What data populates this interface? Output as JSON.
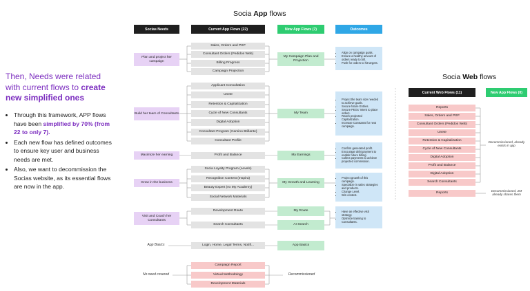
{
  "app_title": {
    "pre": "Socia ",
    "bold": "App",
    "post": " flows"
  },
  "web_title": {
    "pre": "Socia ",
    "bold": "Web",
    "post": " flows"
  },
  "left": {
    "lead_pre": "Then, Needs were related with current flows to ",
    "lead_bold": "create new simplified ones",
    "b1_pre": "Through this framework, APP flows have been ",
    "b1_bold": "simplified by 70% (from 22 to only 7).",
    "b2": "Each new flow has defined outcomes to ensure key user and business needs are met.",
    "b3": "Also, we want to decommission the Socias website, as its essential flows are now in the app."
  },
  "headers": {
    "needs": "Socias Needs",
    "current": "Current App Flows (22)",
    "new": "New App Flows (7)",
    "outcomes": "Outcomes",
    "web_current": "Current Web Flows (11)",
    "web_new": "New App Flows (0)"
  },
  "needs": [
    "Plan and project her campaign",
    "Build her team of Consultants",
    "Maximize her earning",
    "Grow in the business",
    "Visit and Coach her Consultants"
  ],
  "needs_extra": [
    "App Basics",
    "No need covered"
  ],
  "current_flows": [
    "Sales, Orders and PSP",
    "Consultant Orders (Pedidos Web)",
    "Billing Progress",
    "Campaign Projection",
    "Applicant Consultation",
    "Unete",
    "Retention & Capitalization",
    "Cycle of New Consultants",
    "Digital Adoption",
    "Consultant Program (Camino Brillante)",
    "Consultant Profile",
    "Profit and Balance",
    "Socia Loyalty Program (Levels)",
    "Recognition Contest (Inspira)",
    "Beauty Expert (ex My Academy)",
    "Social Network Materials",
    "Development Route",
    "Search Consultants",
    "Login, Home, Legal Terms, Notifi...",
    "Campaign Report",
    "Virtual Methodology",
    "Development Materials"
  ],
  "new_flows": [
    "My Campaign Plan and Projection",
    "My Team",
    "My Earnings",
    "My Growth and Learning",
    "My Route",
    "AI Search",
    "App Basics"
  ],
  "decommissioned_label": "Decommissioned",
  "outcomes": [
    [
      "Align on campaign goals.",
      "Ensure a healthy amount of orders ready to bill.",
      "Push for orders to hit targets."
    ],
    [
      "Project the team size needed to achieve goals.",
      "Secure future Entries.",
      "Secure PEGs' Intent to place orders.",
      "Reach projected Capitalization.",
      "Increase Constants for next campaign."
    ],
    [
      "Confirm generated profit.",
      "Encourage debt payment to enable future billing.",
      "Collect payments to achieve projected commission."
    ],
    [
      "Project growth of this campaign.",
      "Specialize in sales strategies and products.",
      "Change Level.",
      "Win contest."
    ],
    [
      "Have an effective visit strategy.",
      "Optimize training to Consultants."
    ]
  ],
  "web_flows": [
    "Reports",
    "Sales, Orders and PSP",
    "Consultant Orders (Pedidos Web)",
    "Unete",
    "Retention & Capitalization",
    "Cycle of New Consultants",
    "Digital Adoption",
    "Profit and Balance",
    "Digital Adoption",
    "Search Consultants",
    "Reports"
  ],
  "web_notes": [
    "Decommissioned, already exists in app",
    "Decommissioned, ZM already shares them"
  ],
  "colors": {
    "needs": "#e7d2f5",
    "current": "#e3e3e3",
    "decommission": "#f8c9c9",
    "new": "#c2ebcf",
    "outcome": "#cfe6f7",
    "accent": "#7b2cbf",
    "header_dark": "#1f1f1f",
    "header_green": "#2ecc71",
    "header_blue": "#2fa7e6"
  }
}
